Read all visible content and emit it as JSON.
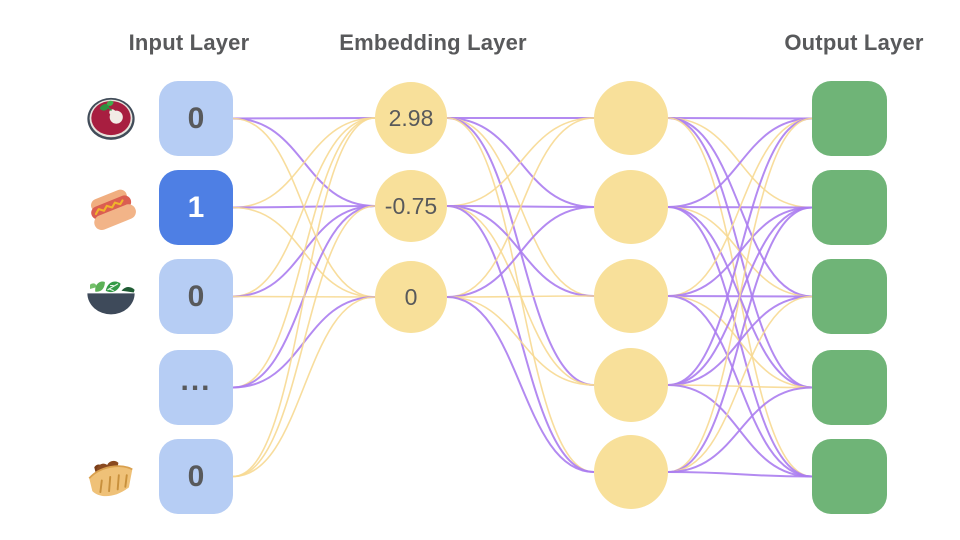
{
  "palette": {
    "purple_line": "#ab7df0",
    "yellow_line": "#f7d992",
    "node_yellow": "#f8e09a",
    "input_blue": "#b6cdf4",
    "active_blue": "#4e7fe4",
    "output_green": "#6fb477",
    "text_gray": "#58595b"
  },
  "titles": {
    "input": "Input Layer",
    "embedding": "Embedding Layer",
    "output": "Output Layer"
  },
  "input_layer": {
    "items": [
      {
        "icon": "soup-icon",
        "value": "0"
      },
      {
        "icon": "hotdog-icon",
        "value": "1"
      },
      {
        "icon": "salad-icon",
        "value": "0"
      },
      {
        "icon": "none",
        "value": "..."
      },
      {
        "icon": "pita-icon",
        "value": "0"
      }
    ],
    "active_index": 1
  },
  "embedding_layer": {
    "values": [
      "2.98",
      "-0.75",
      "0"
    ]
  },
  "hidden_layer": {
    "node_count": 5
  },
  "output_layer": {
    "node_count": 5
  }
}
